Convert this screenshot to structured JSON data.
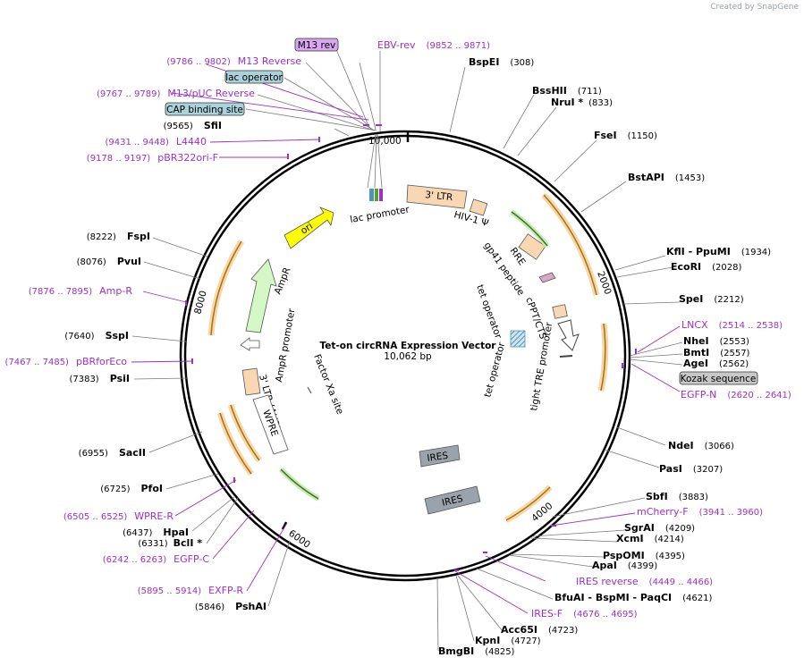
{
  "credit": "Created by SnapGene",
  "plasmid": {
    "name": "Tet-on circRNA Expression Vector",
    "length_label": "10,062 bp",
    "length": 10062
  },
  "tick_labels": [
    "10,000",
    "2000",
    "4000",
    "6000",
    "8000"
  ],
  "sites_right": [
    {
      "name": "BspEI",
      "pos": "(308)"
    },
    {
      "name": "BssHII",
      "pos": "(711)"
    },
    {
      "name": "NruI *",
      "pos": "(833)"
    },
    {
      "name": "FseI",
      "pos": "(1150)"
    },
    {
      "name": "BstAPI",
      "pos": "(1453)"
    },
    {
      "name": "KflI  - PpuMI",
      "pos": "(1934)"
    },
    {
      "name": "EcoRI",
      "pos": "(2028)"
    },
    {
      "name": "SpeI",
      "pos": "(2212)"
    },
    {
      "name": "NheI",
      "pos": "(2553)"
    },
    {
      "name": "BmtI",
      "pos": "(2557)"
    },
    {
      "name": "AgeI",
      "pos": "(2562)"
    },
    {
      "name": "NdeI",
      "pos": "(3066)"
    },
    {
      "name": "PasI",
      "pos": "(3207)"
    },
    {
      "name": "SbfI",
      "pos": "(3883)"
    },
    {
      "name": "SgrAI",
      "pos": "(4209)"
    },
    {
      "name": "XcmI",
      "pos": "(4214)"
    },
    {
      "name": "PspOMI",
      "pos": "(4395)"
    },
    {
      "name": "ApaI",
      "pos": "(4399)"
    },
    {
      "name": "BfuAI  - BspMI  - PaqCI",
      "pos": "(4621)"
    },
    {
      "name": "Acc65I",
      "pos": "(4723)"
    },
    {
      "name": "KpnI",
      "pos": "(4727)"
    },
    {
      "name": "BmgBI",
      "pos": "(4825)"
    }
  ],
  "sites_left": [
    {
      "name": "SfiI",
      "pos": "(9565)"
    },
    {
      "name": "FspI",
      "pos": "(8222)"
    },
    {
      "name": "PvuI",
      "pos": "(8076)"
    },
    {
      "name": "SspI",
      "pos": "(7640)"
    },
    {
      "name": "PsiI",
      "pos": "(7383)"
    },
    {
      "name": "SacII",
      "pos": "(6955)"
    },
    {
      "name": "PfoI",
      "pos": "(6725)"
    },
    {
      "name": "HpaI",
      "pos": "(6437)"
    },
    {
      "name": "BclI *",
      "pos": "(6331)"
    },
    {
      "name": "PshAI",
      "pos": "(5846)"
    }
  ],
  "primers_right": [
    {
      "name": "LNCX",
      "pos": "(2514 .. 2538)"
    },
    {
      "name": "EGFP-N",
      "pos": "(2620 .. 2641)"
    },
    {
      "name": "mCherry-F",
      "pos": "(3941 .. 3960)"
    },
    {
      "name": "IRES reverse",
      "pos": "(4449 .. 4466)"
    },
    {
      "name": "IRES-F",
      "pos": "(4676 .. 4695)"
    }
  ],
  "primers_top": [
    {
      "name": "EBV-rev",
      "pos": "(9852 .. 9871)"
    }
  ],
  "primers_left": [
    {
      "name": "M13 Reverse",
      "pos": "(9786 .. 9802)"
    },
    {
      "name": "M13/pUC Reverse",
      "pos": "(9767 .. 9789)"
    },
    {
      "name": "L4440",
      "pos": "(9431 .. 9448)"
    },
    {
      "name": "pBR322ori-F",
      "pos": "(9178 .. 9197)"
    },
    {
      "name": "Amp-R",
      "pos": "(7876 .. 7895)"
    },
    {
      "name": "pBRforEco",
      "pos": "(7467 .. 7485)"
    },
    {
      "name": "WPRE-R",
      "pos": "(6505 .. 6525)"
    },
    {
      "name": "EGFP-C",
      "pos": "(6242 .. 6263)"
    },
    {
      "name": "EXFP-R",
      "pos": "(5895 .. 5914)"
    }
  ],
  "boxed_labels": [
    {
      "name": "M13 rev",
      "color": "#d9a6ef"
    },
    {
      "name": "lac operator",
      "color": "#a9d2da"
    },
    {
      "name": "CAP binding site",
      "color": "#a9d2da"
    },
    {
      "name": "Kozak sequence",
      "color": "#c8c8c8"
    }
  ],
  "features": {
    "ori": "ori",
    "ltr3": "3' LTR",
    "hiv_psi": "HIV-1 Ψ",
    "rre": "RRE",
    "gp41": "gp41 peptide",
    "cppt": "cPPT/CTS",
    "tet_op1": "tet operator",
    "tet_op2": "tet operator",
    "tight_tre": "tight TRE promoter",
    "ires1": "IRES",
    "ires2": "IRES",
    "lac_promoter": "lac promoter",
    "ampr": "AmpR",
    "ampr_promoter": "AmpR promoter",
    "ltr3_dU3": "3' LTR (ΔU3)",
    "wpre": "WPRE",
    "factor_xa": "Factor Xa site"
  },
  "colors": {
    "ori": "#ffff00",
    "ltr": "#f9d7b3",
    "ampr": "#d5f7c6",
    "ires": "#9aa3ab",
    "orf_orange": "#f2a93b",
    "orf_green": "#5aa02c",
    "primer": "#9b30c9",
    "tet_op": "#4e96b8"
  }
}
